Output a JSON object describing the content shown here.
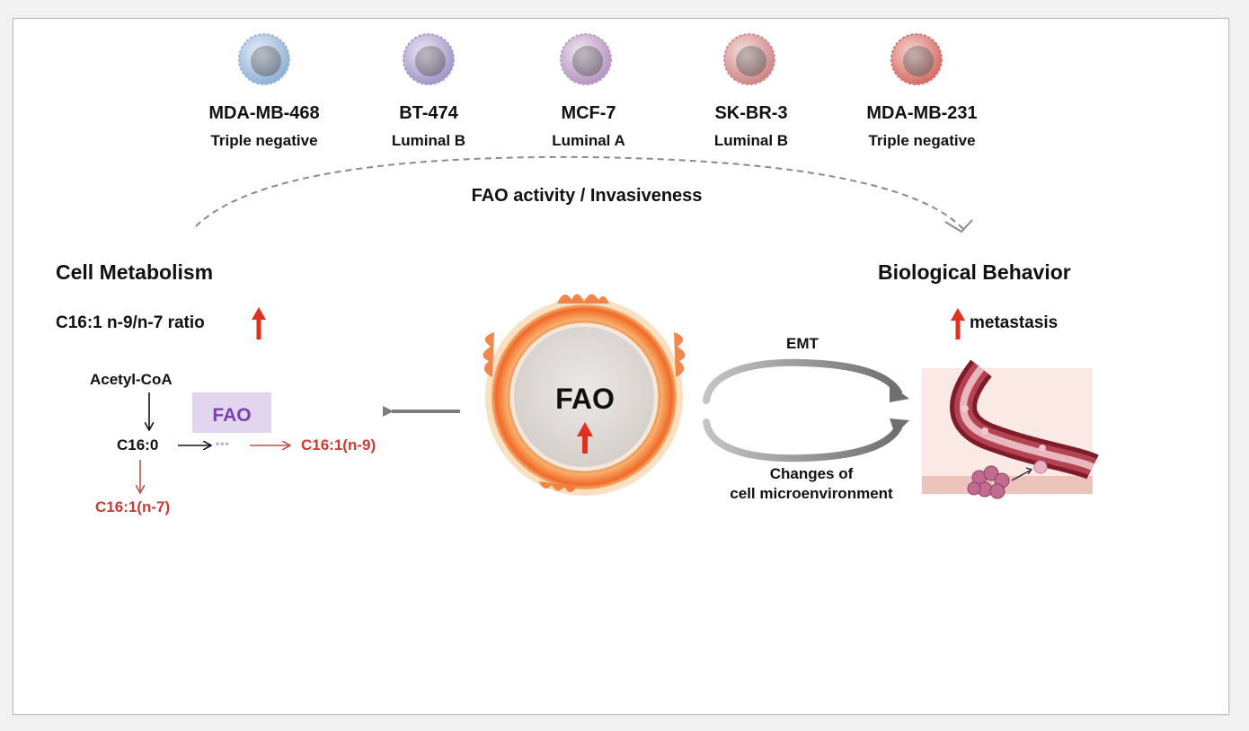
{
  "cell_lines": [
    {
      "name": "MDA-MB-468",
      "subtype": "Triple negative"
    },
    {
      "name": "BT-474",
      "subtype": "Luminal B"
    },
    {
      "name": "MCF-7",
      "subtype": "Luminal A"
    },
    {
      "name": "SK-BR-3",
      "subtype": "Luminal B"
    },
    {
      "name": "MDA-MB-231",
      "subtype": "Triple negative"
    }
  ],
  "trend_label": "FAO activity / Invasiveness",
  "left_panel": {
    "title": "Cell Metabolism",
    "ratio_text": "C16:1 n-9/n-7 ratio",
    "acetyl": "Acetyl-CoA",
    "c160": "C16:0",
    "fao_box": "FAO",
    "dots": "•••",
    "n9": "C16:1(n-9)",
    "n7": "C16:1(n-7)"
  },
  "center": {
    "label": "FAO"
  },
  "cycle": {
    "top_label": "EMT",
    "bottom_label": "Changes of\ncell microenvironment"
  },
  "right_panel": {
    "title": "Biological Behavior",
    "metastasis": "metastasis"
  },
  "colors": {
    "red": "#e0301e",
    "pathway_red": "#cc3b33",
    "fao_purple": "#7a3fb0",
    "fao_box_bg": "#e2d6ee",
    "vessel": "#8b1f2c",
    "cell_colors": [
      "#b7cde6",
      "#c3b7db",
      "#cfb6d6",
      "#e3a7a7",
      "#e48b84"
    ]
  }
}
